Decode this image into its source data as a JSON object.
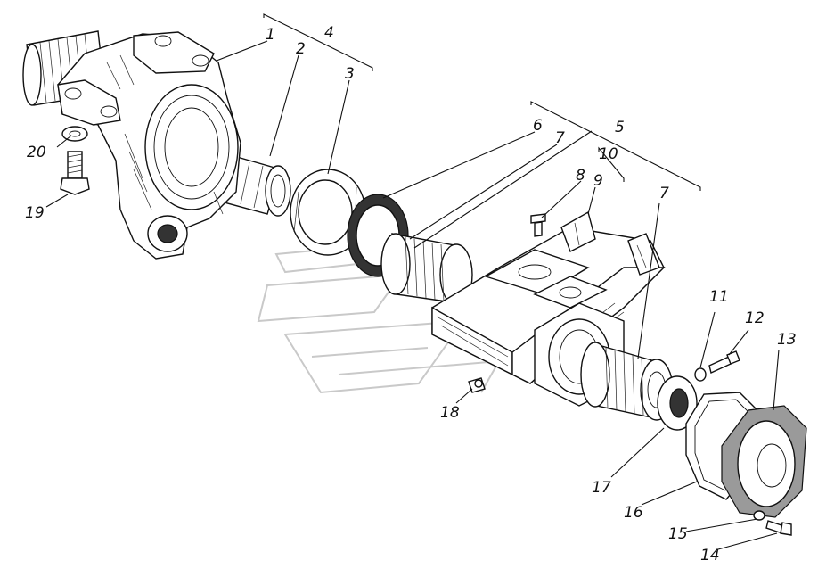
{
  "labels": [
    {
      "id": "1",
      "text": "1"
    },
    {
      "id": "2",
      "text": "2"
    },
    {
      "id": "3",
      "text": "3"
    },
    {
      "id": "4",
      "text": "4"
    },
    {
      "id": "5",
      "text": "5"
    },
    {
      "id": "6",
      "text": "6"
    },
    {
      "id": "7a",
      "text": "7"
    },
    {
      "id": "7b",
      "text": "7"
    },
    {
      "id": "8",
      "text": "8"
    },
    {
      "id": "9",
      "text": "9"
    },
    {
      "id": "10",
      "text": "10"
    },
    {
      "id": "11",
      "text": "11"
    },
    {
      "id": "12",
      "text": "12"
    },
    {
      "id": "13",
      "text": "13"
    },
    {
      "id": "14",
      "text": "14"
    },
    {
      "id": "15",
      "text": "15"
    },
    {
      "id": "16",
      "text": "16"
    },
    {
      "id": "17",
      "text": "17"
    },
    {
      "id": "18",
      "text": "18"
    },
    {
      "id": "19",
      "text": "19"
    },
    {
      "id": "20",
      "text": "20"
    }
  ]
}
